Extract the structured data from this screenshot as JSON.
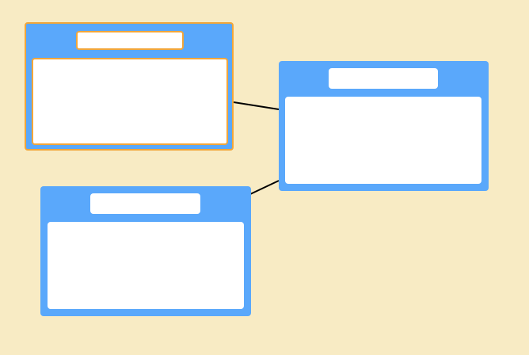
{
  "canvas": {
    "background_color": "#f8ebc4"
  },
  "colors": {
    "node_fill": "#5aa8fb",
    "selection_outline": "#f2a63a",
    "connector": "#000000"
  },
  "nodes": [
    {
      "id": "node-1",
      "title": "",
      "selected": true
    },
    {
      "id": "node-2",
      "title": "",
      "selected": false
    },
    {
      "id": "node-3",
      "title": "",
      "selected": false
    }
  ],
  "connectors": [
    {
      "from": "node-1",
      "to": "node-2"
    },
    {
      "from": "node-3",
      "to": "node-2"
    }
  ]
}
